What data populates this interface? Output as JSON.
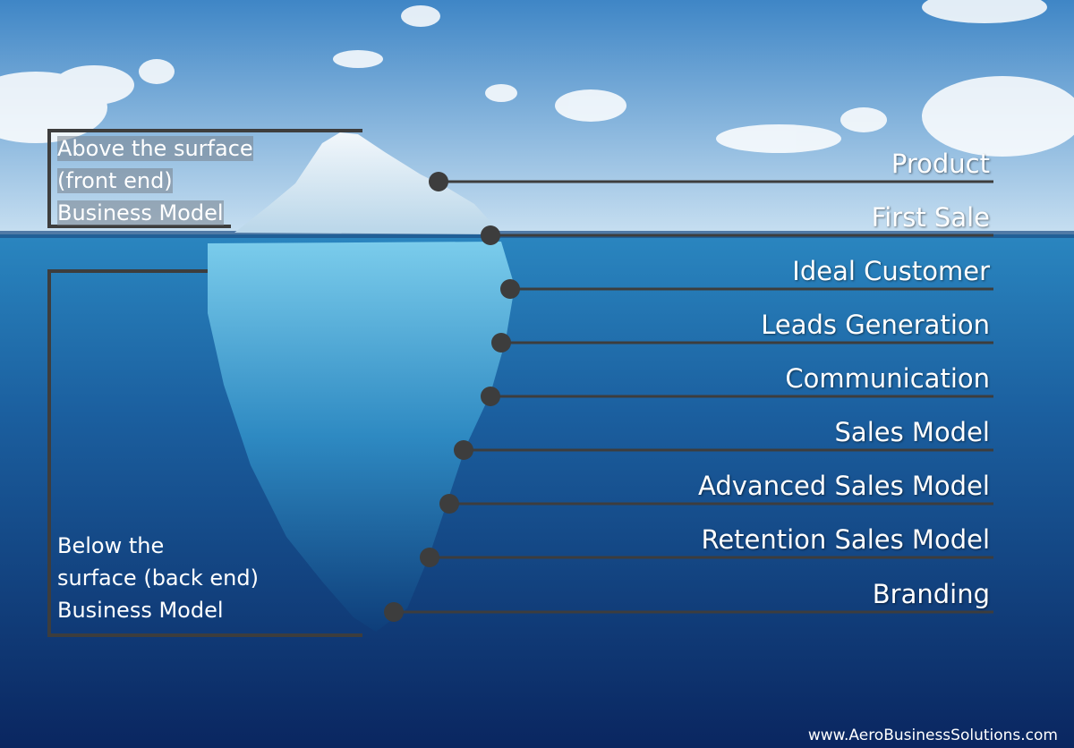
{
  "diagram": {
    "above_label": "Above the surface\n(front end)\nBusiness Model",
    "below_label": "Below the\nsurface (back end)\nBusiness Model",
    "layers": [
      {
        "label": "Product"
      },
      {
        "label": "First Sale"
      },
      {
        "label": "Ideal Customer"
      },
      {
        "label": "Leads Generation"
      },
      {
        "label": "Communication"
      },
      {
        "label": "Sales Model"
      },
      {
        "label": "Advanced Sales Model"
      },
      {
        "label": "Retention Sales Model"
      },
      {
        "label": "Branding"
      }
    ],
    "website": "www.AeroBusinessSolutions.com"
  },
  "colors": {
    "sky_top": "#3f86c6",
    "sky_bottom": "#bcd8ee",
    "water_top": "#1f78b4",
    "water_bottom": "#0a2a66",
    "connector": "#3d3d3d",
    "text": "#ffffff"
  }
}
